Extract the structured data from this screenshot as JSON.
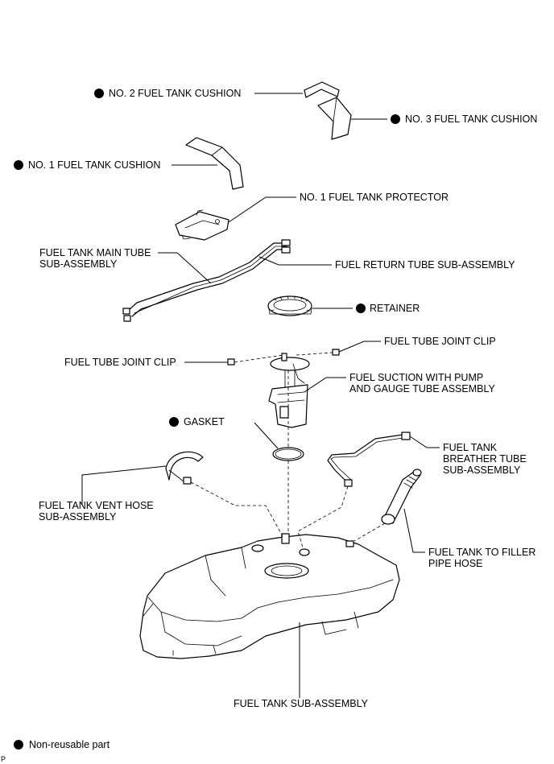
{
  "labels": {
    "no2_cushion": "NO. 2 FUEL TANK CUSHION",
    "no3_cushion": "NO. 3 FUEL TANK CUSHION",
    "no1_cushion": "NO. 1 FUEL TANK CUSHION",
    "no1_protector": "NO. 1 FUEL TANK PROTECTOR",
    "main_tube_l1": "FUEL TANK MAIN TUBE",
    "main_tube_l2": "SUB-ASSEMBLY",
    "return_tube": "FUEL RETURN TUBE SUB-ASSEMBLY",
    "retainer": "RETAINER",
    "joint_clip_right": "FUEL TUBE JOINT CLIP",
    "joint_clip_left": "FUEL TUBE JOINT CLIP",
    "suction_l1": "FUEL SUCTION WITH PUMP",
    "suction_l2": "AND GAUGE TUBE ASSEMBLY",
    "gasket": "GASKET",
    "breather_l1": "FUEL TANK",
    "breather_l2": "BREATHER TUBE",
    "breather_l3": "SUB-ASSEMBLY",
    "vent_l1": "FUEL TANK VENT HOSE",
    "vent_l2": "SUB-ASSEMBLY",
    "filler_l1": "FUEL TANK TO FILLER",
    "filler_l2": "PIPE HOSE",
    "tank": "FUEL TANK SUB-ASSEMBLY"
  },
  "legend": {
    "non_reusable": "Non-reusable part"
  },
  "corner_code": "P"
}
